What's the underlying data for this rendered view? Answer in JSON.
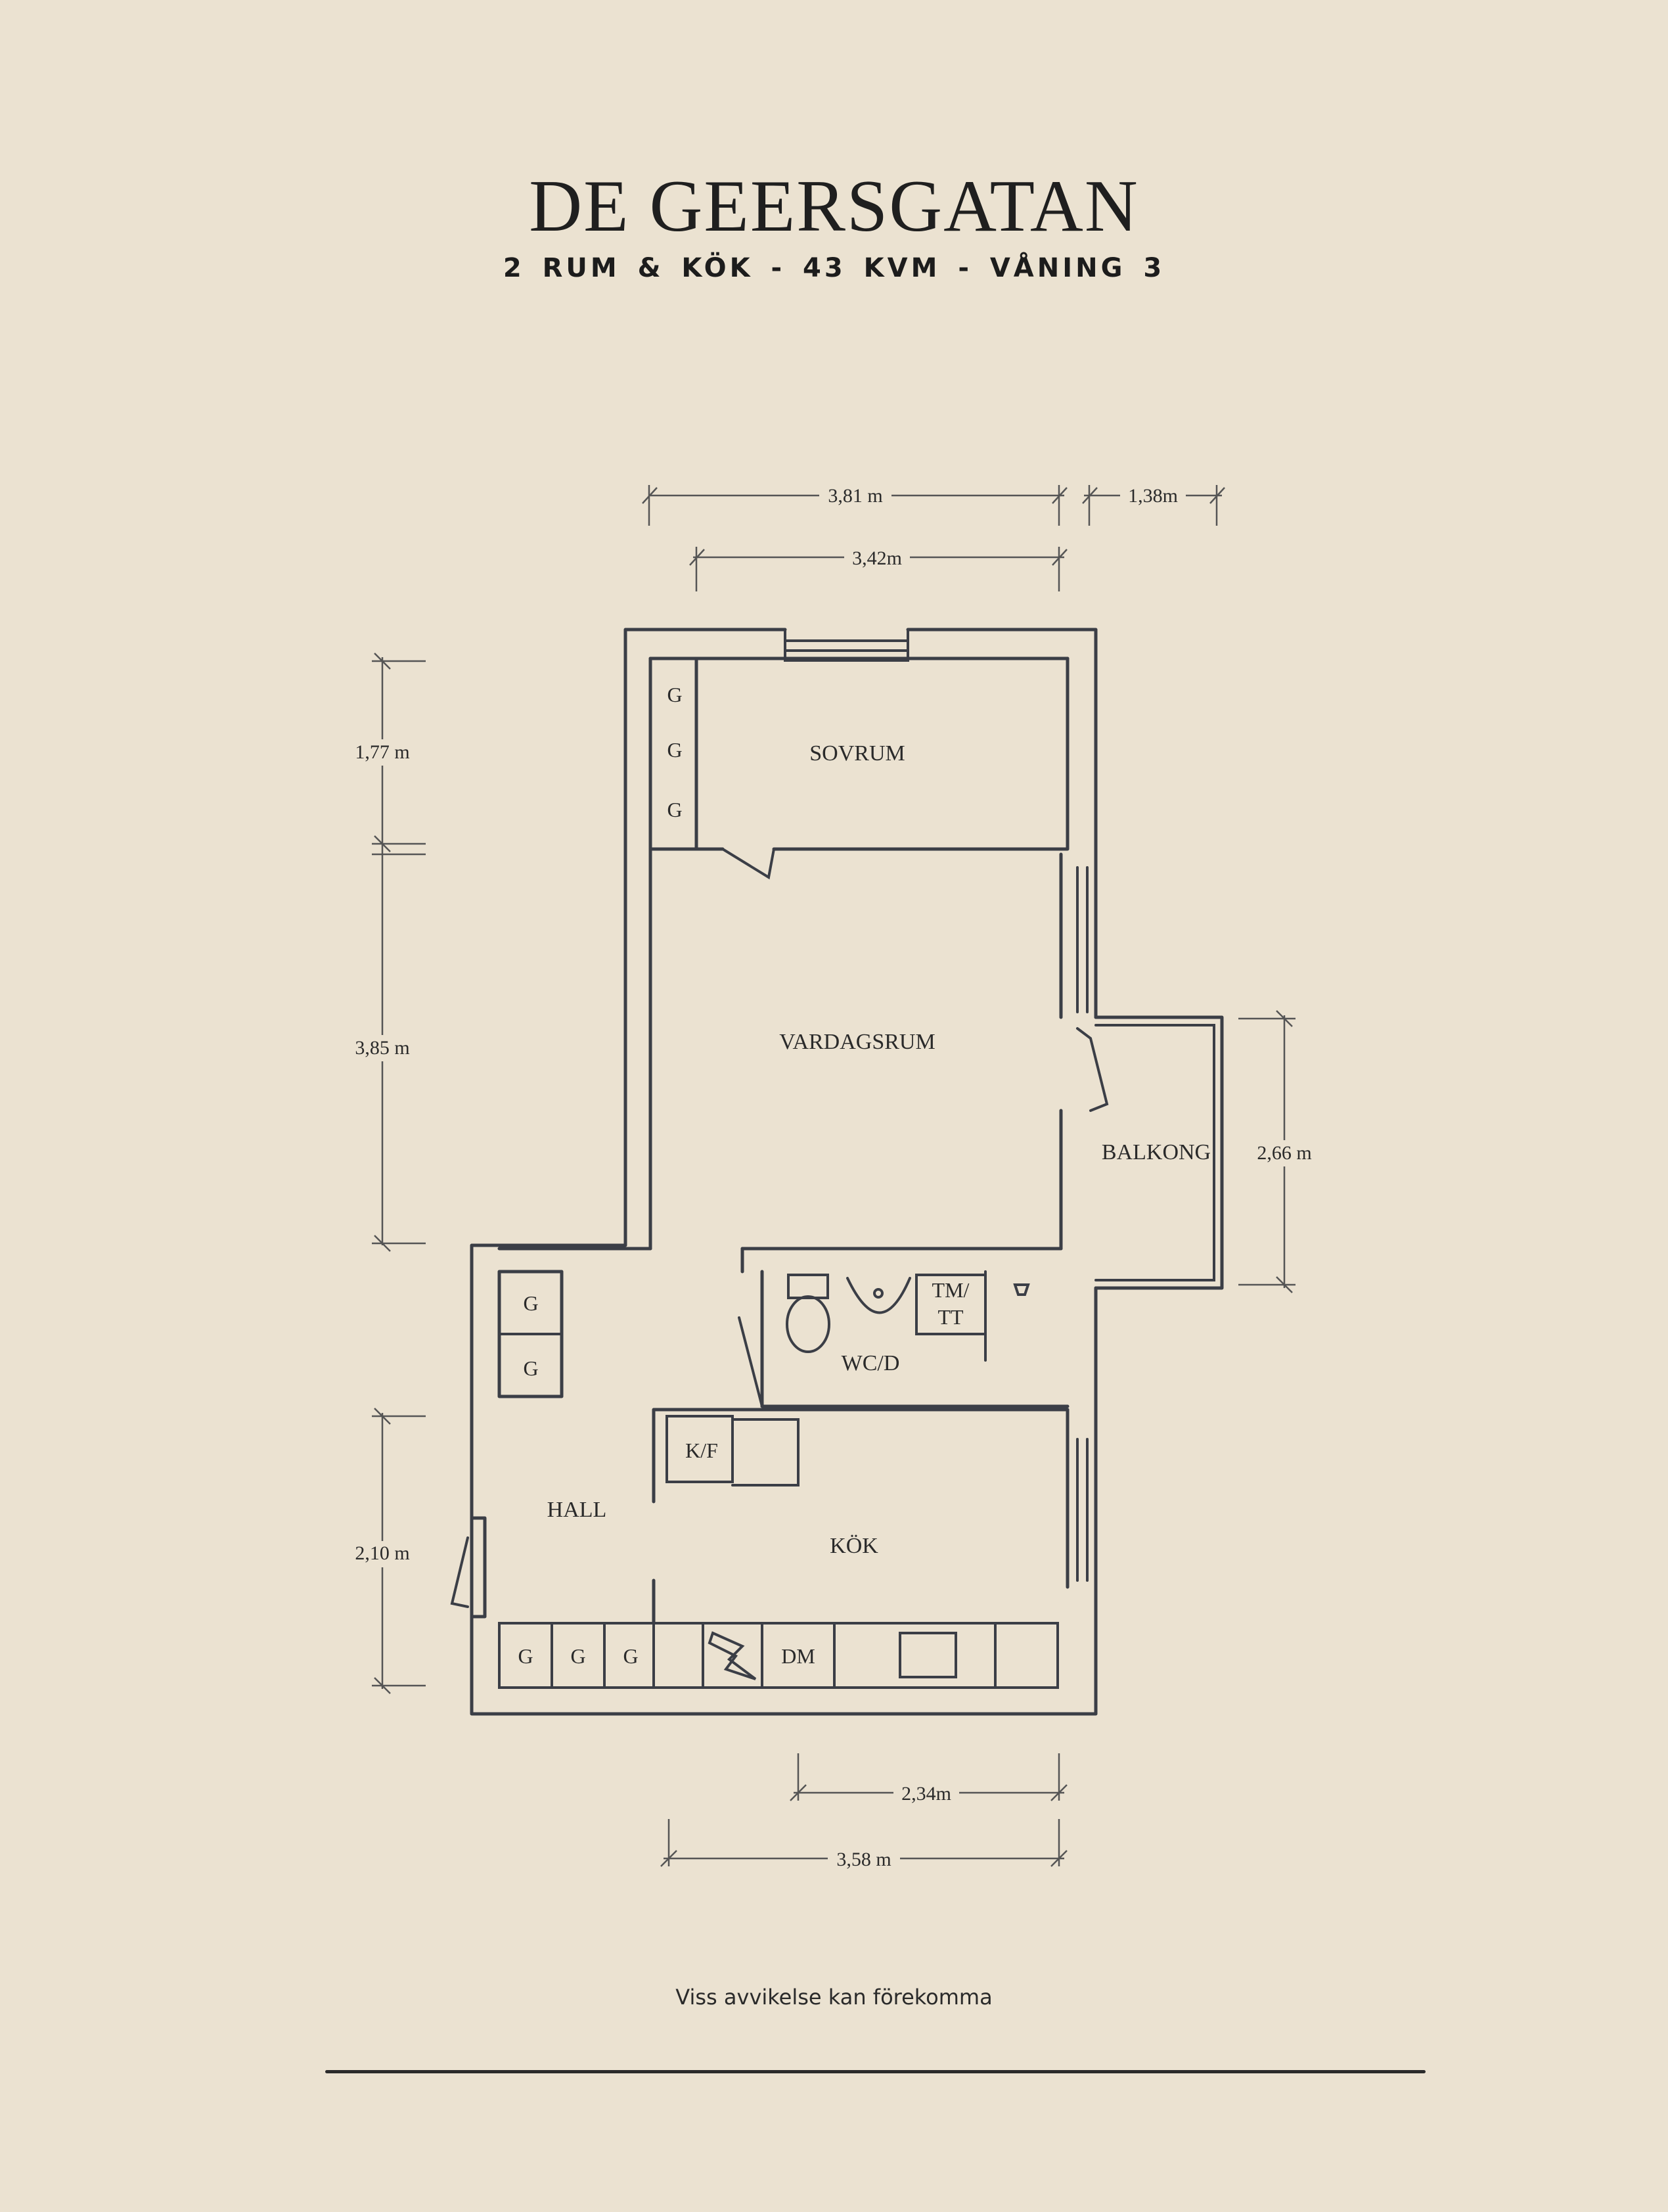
{
  "title": "DE GEERSGATAN",
  "subtitle": "2 RUM & KÖK  -  43 KVM  -  VÅNING 3",
  "rooms": {
    "sovrum": "SOVRUM",
    "vardagsrum": "VARDAGSRUM",
    "balkong": "BALKONG",
    "wcd": "WC/D",
    "hall": "HALL",
    "kok": "KÖK"
  },
  "fixtures": {
    "closet": "G",
    "tmtt_line1": "TM/",
    "tmtt_line2": "TT",
    "kf": "K/F",
    "dm": "DM"
  },
  "dimensions": {
    "top_outer": "3,81 m",
    "top_balcony": "1,38m",
    "top_inner": "3,42m",
    "left_bedroom": "1,77 m",
    "left_living": "3,85 m",
    "left_kitchen": "2,10 m",
    "right_balcony": "2,66 m",
    "bottom_inner": "2,34m",
    "bottom_outer": "3,58 m"
  },
  "disclaimer": "Viss avvikelse kan förekomma"
}
